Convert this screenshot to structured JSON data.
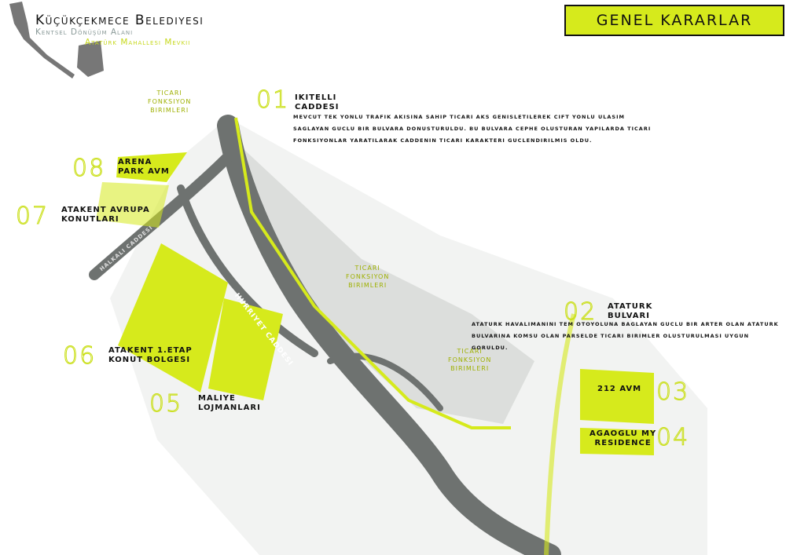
{
  "header": {
    "title": "Küçükçekmece Belediyesi",
    "subtitle": "Kentsel Dönüşüm Alanı",
    "location": "Atatürk Mahallesi Mevkii",
    "section_title": "GENEL KARARLAR"
  },
  "colors": {
    "accent": "#d6ea1c",
    "road": "#6e7270",
    "building": "#e4e6e4"
  },
  "items": [
    {
      "num": "01",
      "name_l1": "IKITELLI",
      "name_l2": "CADDESI",
      "desc": [
        "MEVCUT TEK YONLU TRAFIK AKISINA SAHIP TICARI AKS GENISLETILEREK CIFT YONLU ULASIM",
        "SAGLAYAN GUCLU BIR BULVARA DONUSTURULDU. BU BULVARA CEPHE OLUSTURAN YAPILARDA TICARI",
        "FONKSIYONLAR YARATILARAK CADDENIN TICARI KARAKTERI GUCLENDIRILMIS OLDU."
      ]
    },
    {
      "num": "02",
      "name_l1": "ATATURK",
      "name_l2": "BULVARI",
      "desc": [
        "ATATURK HAVALIMANINI TEM OTOYOLUNA BAGLAYAN GUCLU BIR ARTER OLAN ATATURK",
        "BULVARINA KOMSU OLAN PARSELDE TICARI BIRIMLER OLUSTURULMASI UYGUN GORULDU."
      ]
    },
    {
      "num": "03",
      "name_l1": "212 AVM",
      "name_l2": ""
    },
    {
      "num": "04",
      "name_l1": "AGAOGLU MY",
      "name_l2": "RESIDENCE"
    },
    {
      "num": "05",
      "name_l1": "MALIYE",
      "name_l2": "LOJMANLARI"
    },
    {
      "num": "06",
      "name_l1": "ATAKENT 1.ETAP",
      "name_l2": "KONUT BOLGESI"
    },
    {
      "num": "07",
      "name_l1": "ATAKENT AVRUPA",
      "name_l2": "KONUTLARI"
    },
    {
      "num": "08",
      "name_l1": "ARENA",
      "name_l2": "PARK AVM"
    }
  ],
  "ticari": {
    "l1": "TICARI",
    "l2": "FONKSIYON",
    "l3": "BIRIMLERI"
  },
  "roads": {
    "hurriyet": "HURRIYET CADDESI",
    "halkali": "HALKALI CADDESI"
  }
}
